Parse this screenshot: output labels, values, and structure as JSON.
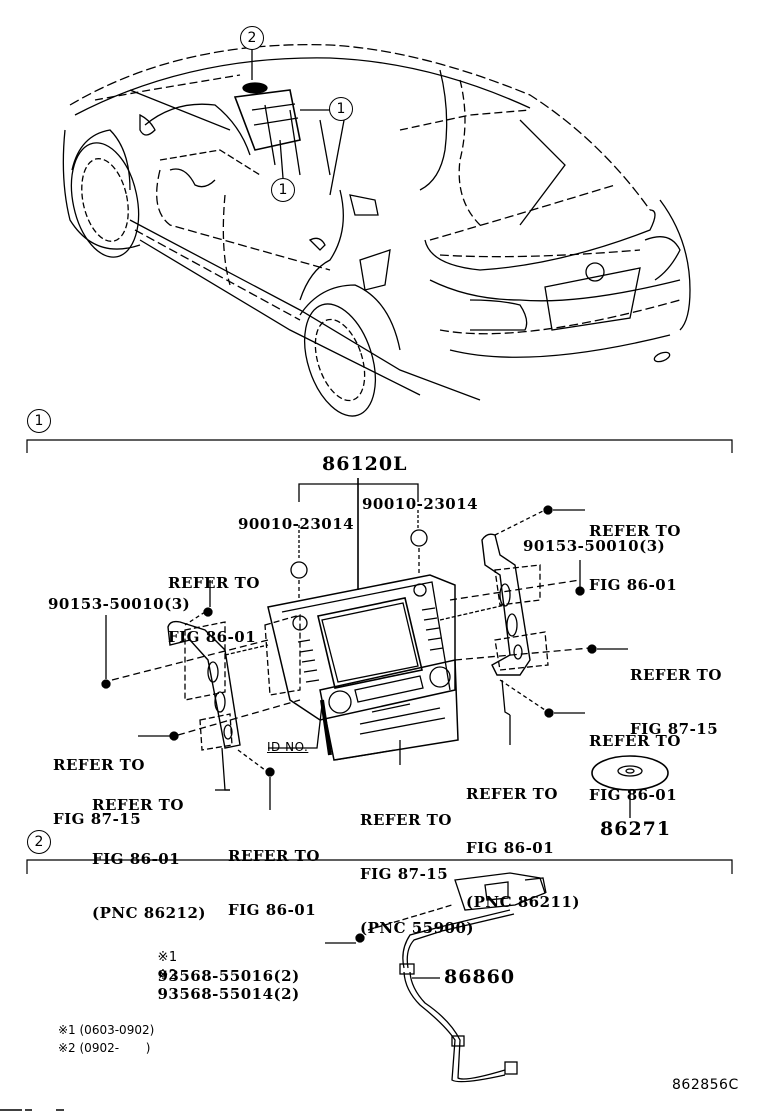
{
  "diagram": {
    "type": "parts-exploded-view",
    "figure_code": "862856C",
    "overview": {
      "callouts": [
        "2",
        "1",
        "1"
      ]
    },
    "sections": [
      {
        "id": "1",
        "callout": "1",
        "labels": {
          "main_unit": "86120L",
          "nut_left": "90010-23014",
          "nut_right": "90010-23014",
          "refer_left_top": [
            "REFER TO",
            "FIG 86-01"
          ],
          "screw_left": "90153-50010(3)",
          "refer_left_mid": [
            "REFER TO",
            "FIG 87-15"
          ],
          "refer_left_bottom": [
            "REFER TO",
            "FIG 86-01",
            "(PNC 86212)"
          ],
          "refer_bottom_center": [
            "REFER TO",
            "FIG 86-01"
          ],
          "id_no": "ID NO.",
          "refer_panel": [
            "REFER TO",
            "FIG 87-15",
            "(PNC 55900)"
          ],
          "refer_right_bottom": [
            "REFER TO",
            "FIG 86-01",
            "(PNC 86211)"
          ],
          "refer_right_top": [
            "REFER TO",
            "FIG 86-01"
          ],
          "screw_right": "90153-50010(3)",
          "refer_right_mid": [
            "REFER TO",
            "FIG 87-15"
          ],
          "refer_right_lower": [
            "REFER TO",
            "FIG 86-01"
          ],
          "disc": "86271"
        }
      },
      {
        "id": "2",
        "callout": "2",
        "labels": {
          "bolt_variant_1": {
            "mark": "※1",
            "part": "93568-55016(2)"
          },
          "bolt_variant_2": {
            "mark": "※2",
            "part": "93568-55014(2)"
          },
          "antenna": "86860",
          "note_1": "※1 (0603-0902)",
          "note_2": "※2 (0902-       )"
        }
      }
    ]
  }
}
